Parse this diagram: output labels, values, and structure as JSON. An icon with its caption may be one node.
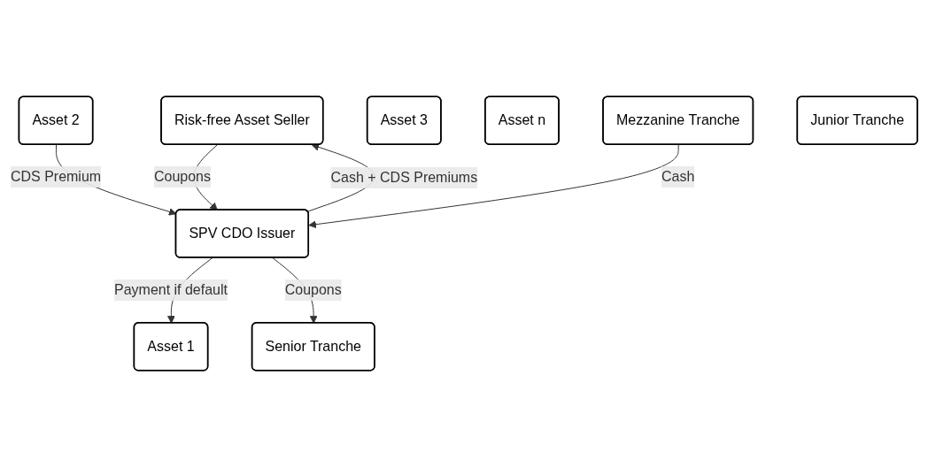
{
  "diagram": {
    "nodes": [
      {
        "text": [
          "Risk-free Asset Seller"
        ]
      },
      {
        "text": [
          "Asset 1"
        ]
      },
      {
        "text": [
          "Asset 2"
        ]
      },
      {
        "text": [
          "Asset 3"
        ]
      },
      {
        "text": [
          "Asset n"
        ]
      },
      {
        "text": [
          "SPV CDO Issuer"
        ]
      },
      {
        "text": [
          "Senior Tranche"
        ]
      },
      {
        "text": [
          "Mezzanine Tranche"
        ]
      },
      {
        "text": [
          "Junior Tranche"
        ]
      }
    ],
    "edges": [
      {
        "from": 5,
        "to": 0,
        "label": "Cash + CDS Premiums",
        "arrow": "to"
      },
      {
        "from": 0,
        "to": 5,
        "label": "Coupons",
        "arrow": "to"
      },
      {
        "from": 5,
        "to": 1,
        "label": "Payment if default",
        "arrow": "to"
      },
      {
        "from": 2,
        "to": 5,
        "label": "CDS Premium",
        "arrow": "to"
      },
      {
        "from": 5,
        "to": 6,
        "label": "Coupons",
        "arrow": "to"
      },
      {
        "from": 7,
        "to": 5,
        "label": "Cash",
        "arrow": "to"
      }
    ]
  }
}
